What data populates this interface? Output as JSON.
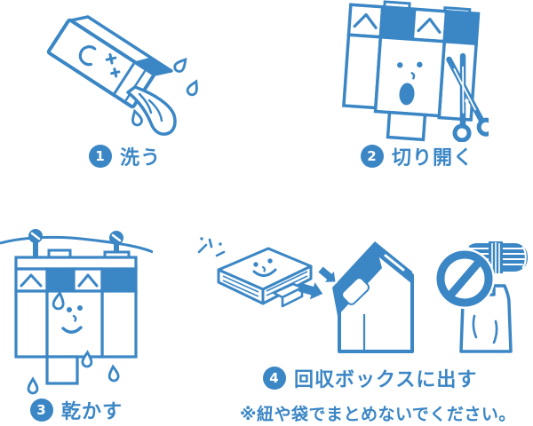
{
  "colors": {
    "primary": "#3b86c5",
    "paper": "#ffffff"
  },
  "steps": [
    {
      "number": "1",
      "label": "洗う",
      "icon": "milk-carton-rinsing-icon"
    },
    {
      "number": "2",
      "label": "切り開く",
      "icon": "carton-cut-open-scissors-icon"
    },
    {
      "number": "3",
      "label": "乾かす",
      "icon": "carton-drying-clothesline-icon"
    },
    {
      "number": "4",
      "label": "回収ボックスに出す",
      "icon": "flattened-cartons-collection-box-icon"
    }
  ],
  "prohibition_icons": [
    "no-sign-icon",
    "rope-bundle-icon",
    "plastic-bag-icon"
  ],
  "note": "※紐や袋でまとめないでください。"
}
